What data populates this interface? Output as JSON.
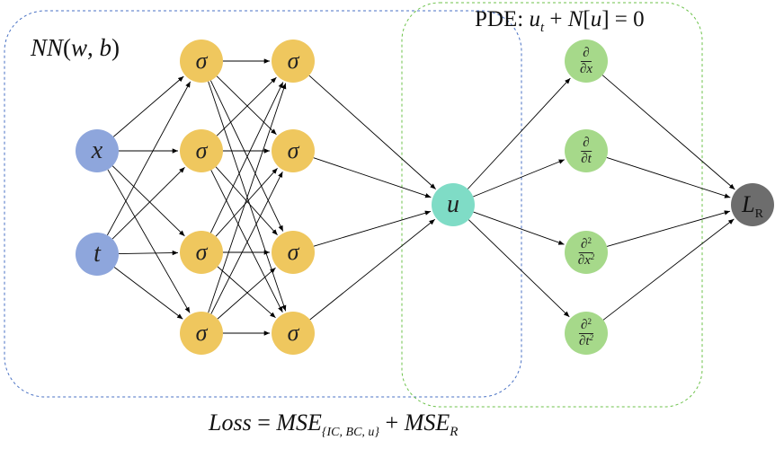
{
  "nn_label": {
    "prefix": "NN",
    "paren_open": "(",
    "w": "w",
    "comma": ", ",
    "b": "b",
    "paren_close": ")"
  },
  "pde_label": {
    "prefix": "PDE: ",
    "u": "u",
    "u_sub": "t",
    "plus": " + ",
    "N": "N",
    "bracket_open": "[",
    "bracket_u": "u",
    "bracket_close": "] = 0"
  },
  "loss_label": {
    "loss": "Loss",
    "eq": " = ",
    "mse1": "MSE",
    "mse1_sub": "{IC, BC, u}",
    "plus": " + ",
    "mse2": "MSE",
    "mse2_sub": "R"
  },
  "nodes": {
    "input_x": "x",
    "input_t": "t",
    "hidden1": [
      "σ",
      "σ",
      "σ",
      "σ"
    ],
    "hidden2": [
      "σ",
      "σ",
      "σ",
      "σ"
    ],
    "output_u": "u",
    "deriv_dx": {
      "num": "∂",
      "den": "∂x"
    },
    "deriv_dt": {
      "num": "∂",
      "den": "∂t"
    },
    "deriv_dx2": {
      "num": "∂",
      "num_sup": "2",
      "den": "∂x",
      "den_sup": "2"
    },
    "deriv_dt2": {
      "num": "∂",
      "num_sup": "2",
      "den": "∂t",
      "den_sup": "2"
    },
    "residual": {
      "main": "L",
      "sub": "R"
    }
  },
  "colors": {
    "input": "#8ea6dc",
    "hidden": "#efc75e",
    "output": "#7fdcc6",
    "derivative": "#a6d98a",
    "residual": "#6d6d6d",
    "nn_box": "#4a72c4",
    "pde_box": "#6cc24a",
    "edge": "#000000"
  }
}
